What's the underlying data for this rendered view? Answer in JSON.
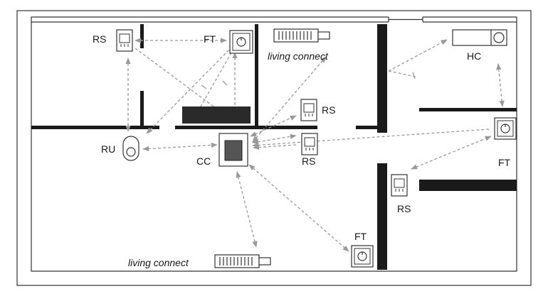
{
  "labels": {
    "rs_top": "RS",
    "ft_top": "FT",
    "living_connect_top": "living connect",
    "hc": "HC",
    "rs_mid": "RS",
    "ru": "RU",
    "cc": "CC",
    "rs_center": "RS",
    "ft_right": "FT",
    "rs_right": "RS",
    "ft_bottom": "FT",
    "living_connect_bottom": "living connect"
  },
  "icons": [
    "room-sensor-icon",
    "floor-thermostat-icon",
    "radiator-valve-icon",
    "hydronic-controller-icon",
    "repeater-unit-icon",
    "central-controller-icon"
  ],
  "colors": {
    "wall": "#1a1a1a",
    "link": "#9a9a9a"
  }
}
